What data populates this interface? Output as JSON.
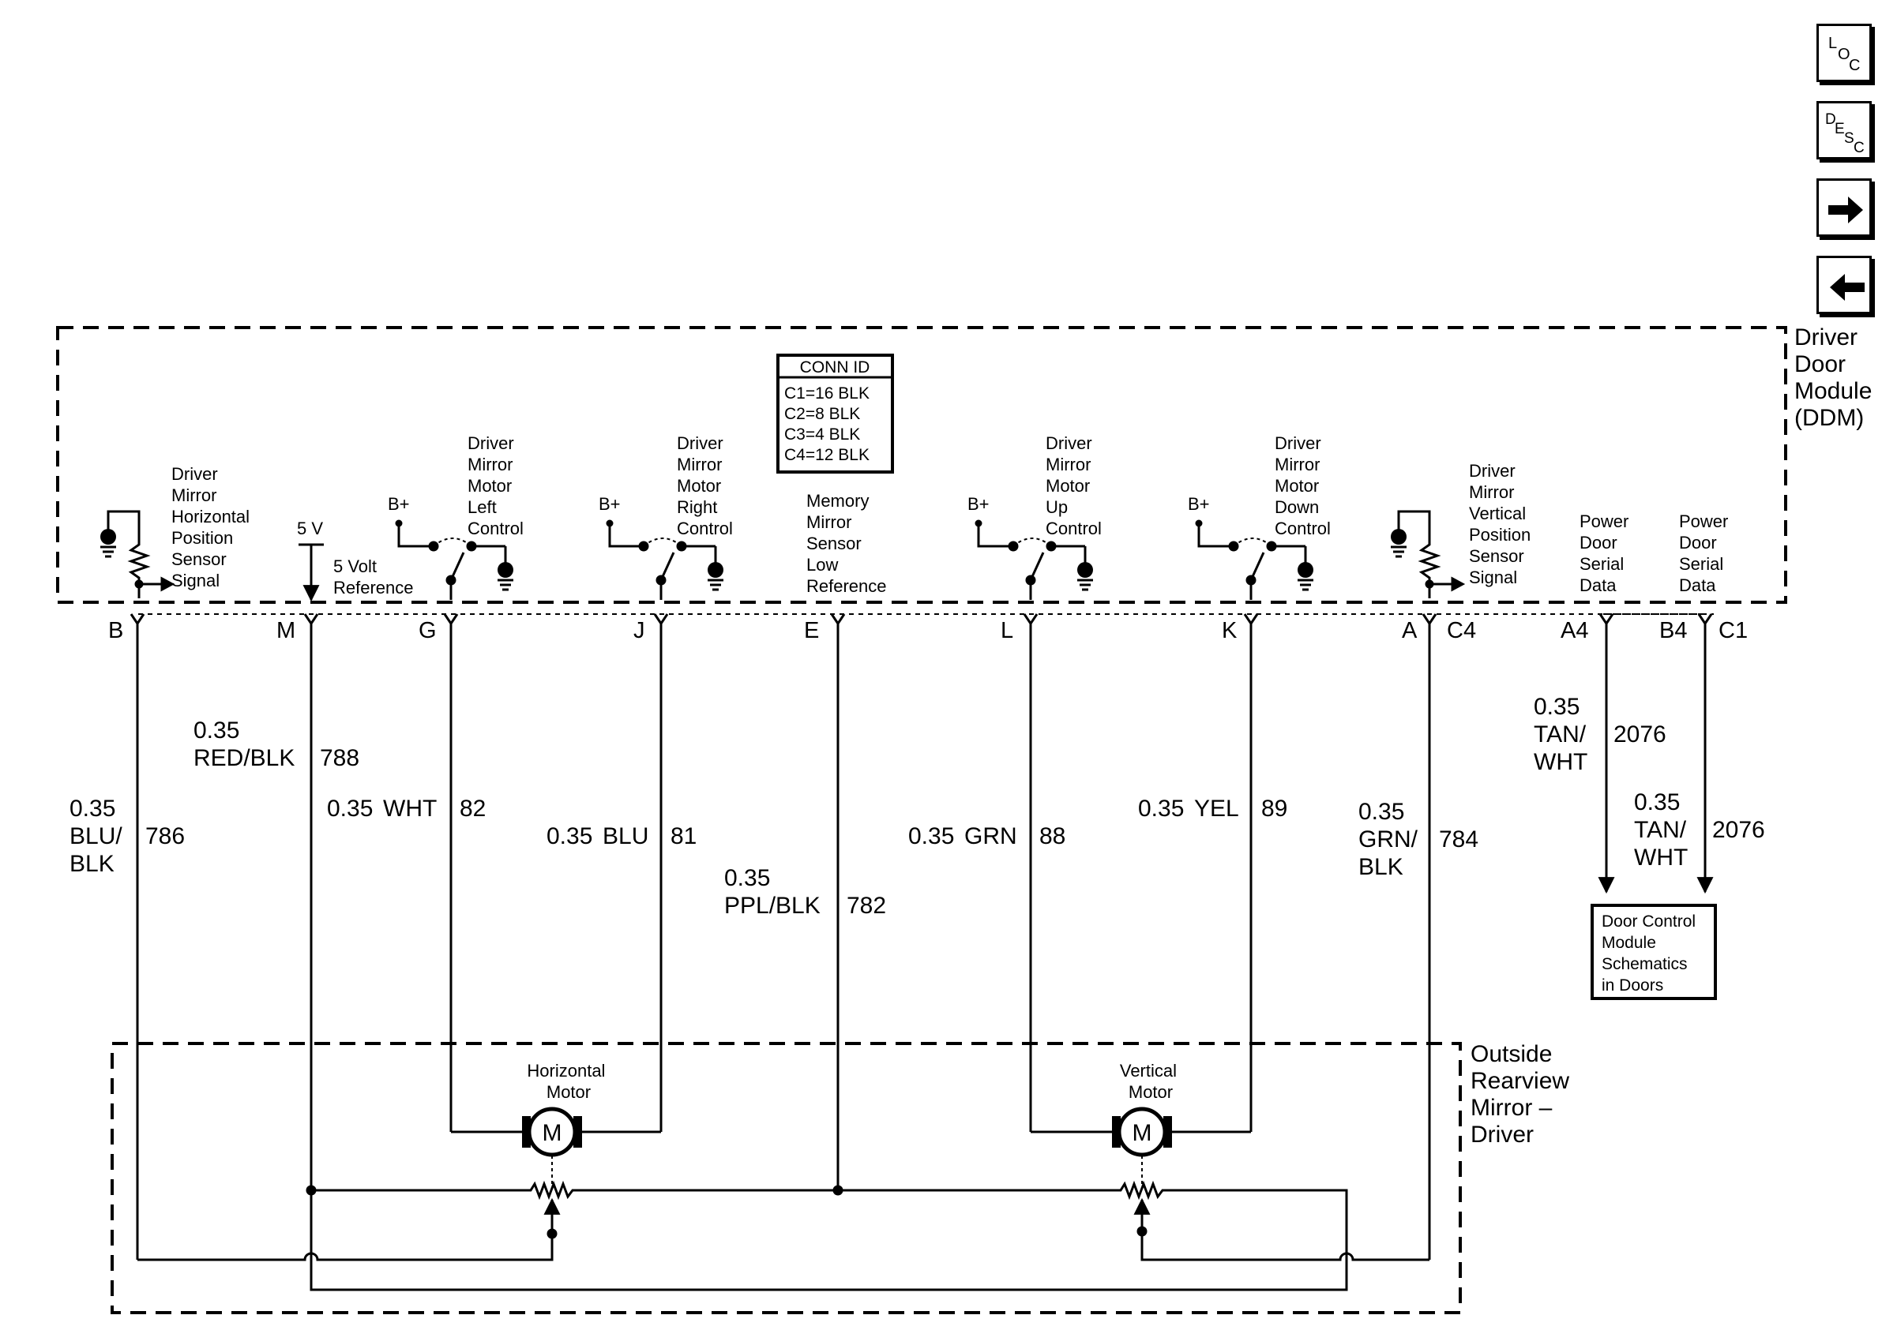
{
  "nav": {
    "loc_label": [
      "L",
      "O",
      "C"
    ],
    "desc_label": [
      "D",
      "E",
      "S",
      "C"
    ]
  },
  "conn_id": {
    "title": "CONN ID",
    "lines": [
      "C1=16 BLK",
      "C2=8 BLK",
      "C3=4 BLK",
      "C4=12 BLK"
    ]
  },
  "ddm_label": [
    "Driver",
    "Door",
    "Module",
    "(DDM)"
  ],
  "mirror_label": [
    "Outside",
    "Rearview",
    "Mirror –",
    "Driver"
  ],
  "door_module_ref": [
    "Door Control",
    "Module",
    "Schematics",
    "in Doors"
  ],
  "b_plus": "B+",
  "five_v": "5 V",
  "motor_letter": "M",
  "connector_c4": "C4",
  "connector_c1": "C1",
  "circuits": [
    {
      "pin": "B",
      "desc": [
        "Driver",
        "Mirror",
        "Horizontal",
        "Position",
        "Sensor",
        "Signal"
      ],
      "wire_gauge": "0.35",
      "wire_color": [
        "BLU/",
        "BLK"
      ],
      "circuit_no": "786"
    },
    {
      "pin": "M",
      "desc": [
        "5 Volt",
        "Reference"
      ],
      "wire_gauge": "0.35",
      "wire_color": [
        "RED/BLK"
      ],
      "circuit_no": "788"
    },
    {
      "pin": "G",
      "desc": [
        "Driver",
        "Mirror",
        "Motor",
        "Left",
        "Control"
      ],
      "wire_gauge": "0.35",
      "wire_color": [
        "WHT"
      ],
      "circuit_no": "82"
    },
    {
      "pin": "J",
      "desc": [
        "Driver",
        "Mirror",
        "Motor",
        "Right",
        "Control"
      ],
      "wire_gauge": "0.35",
      "wire_color": [
        "BLU"
      ],
      "circuit_no": "81"
    },
    {
      "pin": "E",
      "desc": [
        "Memory",
        "Mirror",
        "Sensor",
        "Low",
        "Reference"
      ],
      "wire_gauge": "0.35",
      "wire_color": [
        "PPL/BLK"
      ],
      "circuit_no": "782"
    },
    {
      "pin": "L",
      "desc": [
        "Driver",
        "Mirror",
        "Motor",
        "Up",
        "Control"
      ],
      "wire_gauge": "0.35",
      "wire_color": [
        "GRN"
      ],
      "circuit_no": "88"
    },
    {
      "pin": "K",
      "desc": [
        "Driver",
        "Mirror",
        "Motor",
        "Down",
        "Control"
      ],
      "wire_gauge": "0.35",
      "wire_color": [
        "YEL"
      ],
      "circuit_no": "89"
    },
    {
      "pin": "A",
      "desc": [
        "Driver",
        "Mirror",
        "Vertical",
        "Position",
        "Sensor",
        "Signal"
      ],
      "wire_gauge": "0.35",
      "wire_color": [
        "GRN/",
        "BLK"
      ],
      "circuit_no": "784"
    },
    {
      "pin": "A4",
      "desc": [
        "Power",
        "Door",
        "Serial",
        "Data"
      ],
      "wire_gauge": "0.35",
      "wire_color": [
        "TAN/",
        "WHT"
      ],
      "circuit_no": "2076"
    },
    {
      "pin": "B4",
      "desc": [
        "Power",
        "Door",
        "Serial",
        "Data"
      ],
      "wire_gauge": "0.35",
      "wire_color": [
        "TAN/",
        "WHT"
      ],
      "circuit_no": "2076"
    }
  ],
  "motors": [
    {
      "name": [
        "Horizontal",
        "Motor"
      ]
    },
    {
      "name": [
        "Vertical",
        "Motor"
      ]
    }
  ]
}
